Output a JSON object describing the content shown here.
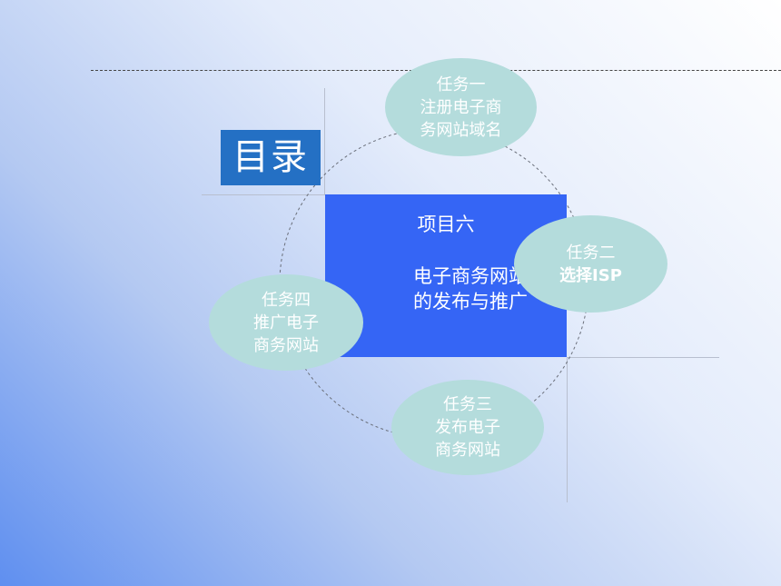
{
  "title": "目录",
  "center": {
    "project": "项目六",
    "name_line1": "电子商务网站",
    "name_line2": "的发布与推广"
  },
  "tasks": [
    {
      "line1": "任务一",
      "line2": "注册电子商",
      "line3": "务网站域名"
    },
    {
      "line1": "任务二",
      "line2": "选择ISP"
    },
    {
      "line1": "任务三",
      "line2": "发布电子",
      "line3": "商务网站"
    },
    {
      "line1": "任务四",
      "line2": "推广电子",
      "line3": "商务网站"
    }
  ],
  "colors": {
    "title_bg": "#2470c4",
    "center_bg": "#3565f5",
    "bubble_bg": "#b4dcdc"
  }
}
